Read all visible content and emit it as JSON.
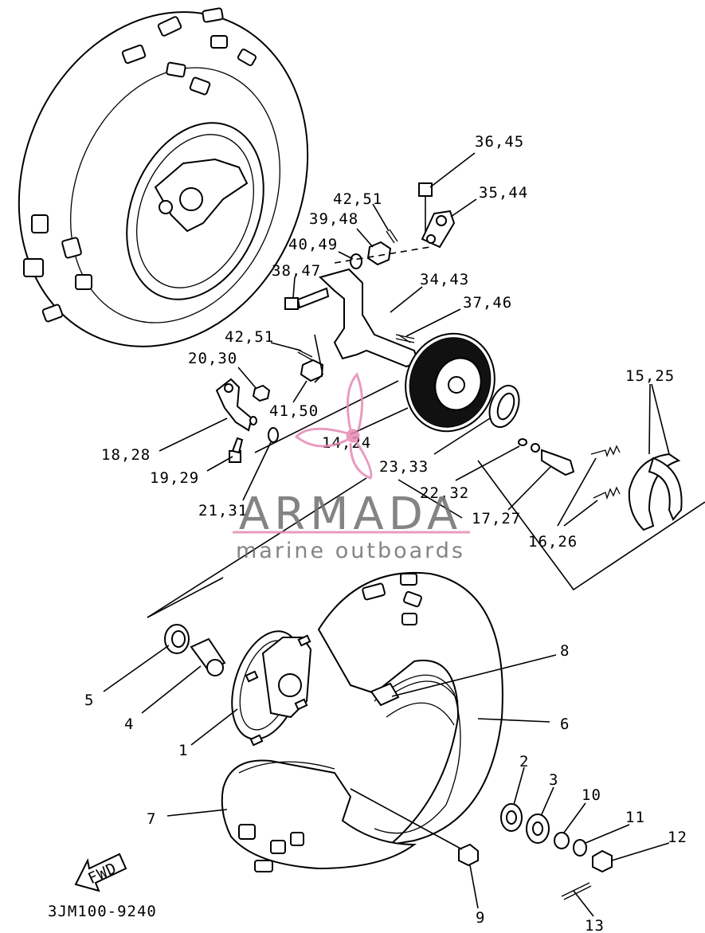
{
  "diagram_code": "3JM100-9240",
  "watermark": {
    "brand": "ARMADA",
    "tagline": "marine outboards",
    "accent": "#e48ab4"
  },
  "fwd_arrow": {
    "label": "FWD"
  },
  "callouts": [
    {
      "id": "c-36-45",
      "text": "36,45"
    },
    {
      "id": "c-35-44",
      "text": "35,44"
    },
    {
      "id": "c-42-51a",
      "text": "42,51"
    },
    {
      "id": "c-39-48",
      "text": "39,48"
    },
    {
      "id": "c-40-49",
      "text": "40,49"
    },
    {
      "id": "c-38-47",
      "text": "38,47"
    },
    {
      "id": "c-34-43",
      "text": "34,43"
    },
    {
      "id": "c-37-46",
      "text": "37,46"
    },
    {
      "id": "c-42-51b",
      "text": "42,51"
    },
    {
      "id": "c-20-30",
      "text": "20,30"
    },
    {
      "id": "c-41-50",
      "text": "41,50"
    },
    {
      "id": "c-14-24",
      "text": "14,24"
    },
    {
      "id": "c-18-28",
      "text": "18,28"
    },
    {
      "id": "c-19-29",
      "text": "19,29"
    },
    {
      "id": "c-21-31",
      "text": "21,31"
    },
    {
      "id": "c-23-33",
      "text": "23,33"
    },
    {
      "id": "c-22-32",
      "text": "22,32"
    },
    {
      "id": "c-17-27",
      "text": "17,27"
    },
    {
      "id": "c-16-26",
      "text": "16,26"
    },
    {
      "id": "c-15-25",
      "text": "15,25"
    },
    {
      "id": "c-8",
      "text": "8"
    },
    {
      "id": "c-6",
      "text": "6"
    },
    {
      "id": "c-5",
      "text": "5"
    },
    {
      "id": "c-4",
      "text": "4"
    },
    {
      "id": "c-1",
      "text": "1"
    },
    {
      "id": "c-7",
      "text": "7"
    },
    {
      "id": "c-2",
      "text": "2"
    },
    {
      "id": "c-3",
      "text": "3"
    },
    {
      "id": "c-10",
      "text": "10"
    },
    {
      "id": "c-11",
      "text": "11"
    },
    {
      "id": "c-12",
      "text": "12"
    },
    {
      "id": "c-9",
      "text": "9"
    },
    {
      "id": "c-13",
      "text": "13"
    }
  ]
}
